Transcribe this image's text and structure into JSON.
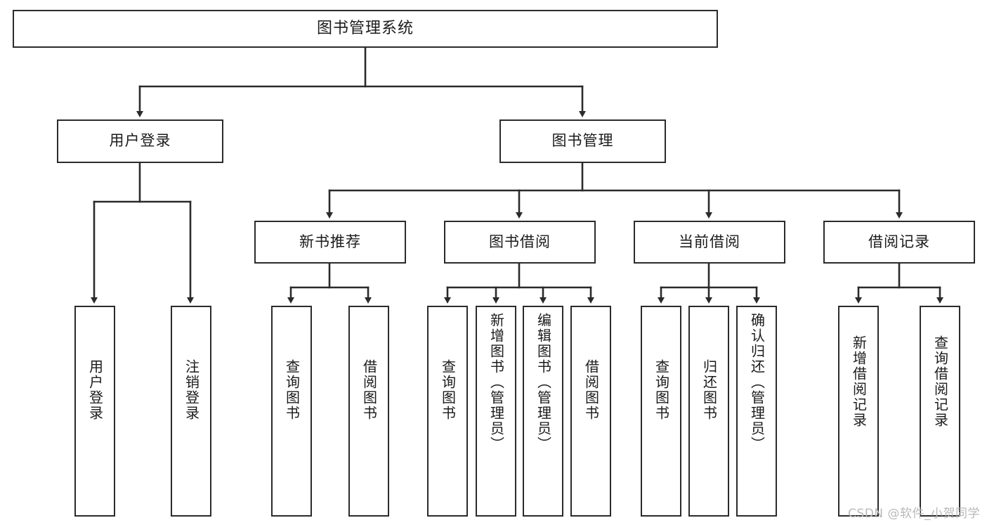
{
  "diagram": {
    "title": "图书管理系统",
    "type": "tree",
    "watermark": "CSDN @软件_小贺同学",
    "colors": {
      "node_border": "#2b2b2b",
      "node_fill": "#ffffff",
      "edge": "#2b2b2b",
      "text": "#1b1b1b",
      "watermark": "#b9b9b9",
      "background": "#ffffff"
    },
    "levels": {
      "root": [
        "图书管理系统"
      ],
      "level2": [
        "用户登录",
        "图书管理"
      ],
      "level3": [
        "新书推荐",
        "图书借阅",
        "当前借阅",
        "借阅记录"
      ],
      "leaves": [
        "用户登录",
        "注销登录",
        "查询图书",
        "借阅图书",
        "查询图书",
        "新增图书（管理员）",
        "编辑图书（管理员）",
        "借阅图书",
        "查询图书",
        "归还图书",
        "确认归还（管理员）",
        "新增借阅记录",
        "查询借阅记录"
      ]
    },
    "nodes": {
      "root": {
        "label": "图书管理系统"
      },
      "user_login": {
        "label": "用户登录"
      },
      "book_manage": {
        "label": "图书管理"
      },
      "new_book_rec": {
        "label": "新书推荐"
      },
      "book_borrow": {
        "label": "图书借阅"
      },
      "current_borrow": {
        "label": "当前借阅"
      },
      "borrow_record": {
        "label": "借阅记录"
      },
      "leaf_user_login": {
        "label": "用户登录"
      },
      "leaf_user_logout": {
        "label": "注销登录"
      },
      "leaf_nbr_query": {
        "label": "查询图书"
      },
      "leaf_nbr_borrow": {
        "label": "借阅图书"
      },
      "leaf_bb_query": {
        "label": "查询图书"
      },
      "leaf_bb_add": {
        "label": "新增图书（管理员）"
      },
      "leaf_bb_edit": {
        "label": "编辑图书（管理员）"
      },
      "leaf_bb_borrow": {
        "label": "借阅图书"
      },
      "leaf_cb_query": {
        "label": "查询图书"
      },
      "leaf_cb_return": {
        "label": "归还图书"
      },
      "leaf_cb_confirm": {
        "label": "确认归还（管理员）"
      },
      "leaf_br_add": {
        "label": "新增借阅记录"
      },
      "leaf_br_query": {
        "label": "查询借阅记录"
      }
    },
    "edges": [
      {
        "from": "root",
        "to": "user_login"
      },
      {
        "from": "root",
        "to": "book_manage"
      },
      {
        "from": "user_login",
        "to": "leaf_user_login"
      },
      {
        "from": "user_login",
        "to": "leaf_user_logout"
      },
      {
        "from": "book_manage",
        "to": "new_book_rec"
      },
      {
        "from": "book_manage",
        "to": "book_borrow"
      },
      {
        "from": "book_manage",
        "to": "current_borrow"
      },
      {
        "from": "book_manage",
        "to": "borrow_record"
      },
      {
        "from": "new_book_rec",
        "to": "leaf_nbr_query"
      },
      {
        "from": "new_book_rec",
        "to": "leaf_nbr_borrow"
      },
      {
        "from": "book_borrow",
        "to": "leaf_bb_query"
      },
      {
        "from": "book_borrow",
        "to": "leaf_bb_add"
      },
      {
        "from": "book_borrow",
        "to": "leaf_bb_edit"
      },
      {
        "from": "book_borrow",
        "to": "leaf_bb_borrow"
      },
      {
        "from": "current_borrow",
        "to": "leaf_cb_query"
      },
      {
        "from": "current_borrow",
        "to": "leaf_cb_return"
      },
      {
        "from": "current_borrow",
        "to": "leaf_cb_confirm"
      },
      {
        "from": "borrow_record",
        "to": "leaf_br_add"
      },
      {
        "from": "borrow_record",
        "to": "leaf_br_query"
      }
    ]
  }
}
